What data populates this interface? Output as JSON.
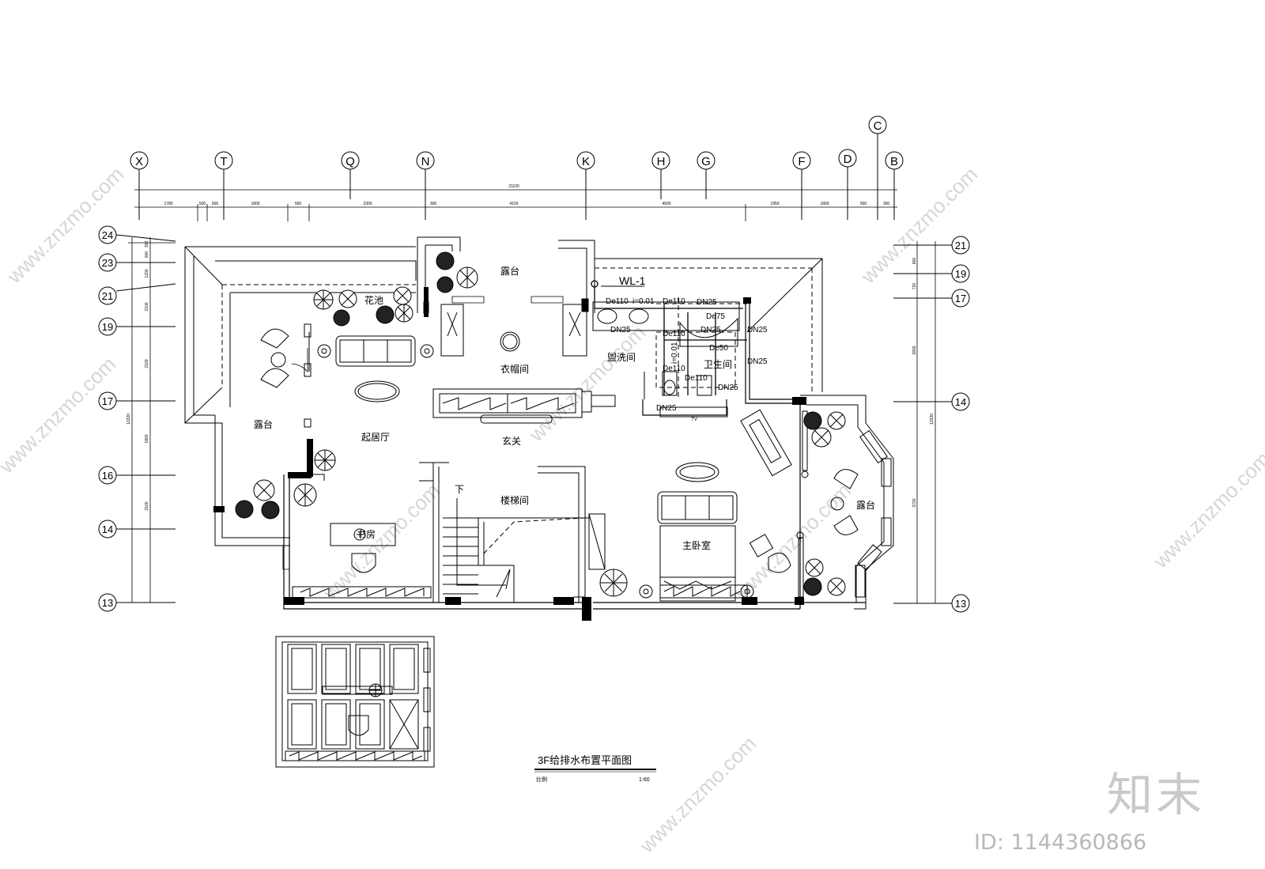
{
  "drawing": {
    "title": "3F给排水布置平面图",
    "scale_label": "比例",
    "scale_value": "1:60"
  },
  "grid": {
    "columns": [
      "X",
      "T",
      "Q",
      "N",
      "K",
      "H",
      "G",
      "F",
      "D",
      "C",
      "B"
    ],
    "rows_left": [
      "24",
      "23",
      "21",
      "19",
      "17",
      "16",
      "14",
      "13"
    ],
    "rows_right": [
      "21",
      "19",
      "17",
      "14",
      "13"
    ],
    "overall_dim": "21100",
    "segment_dims": [
      "1780",
      "500",
      "600",
      "1800",
      "500",
      "2300",
      "300",
      "4100",
      "4500",
      "1950",
      "1800",
      "500",
      "300"
    ],
    "left_dims": [
      "300",
      "600",
      "1200",
      "2100",
      "2100",
      "1800",
      "2100"
    ],
    "left_total": "12220",
    "right_dims": [
      "800",
      "720",
      "2800",
      "3720"
    ],
    "right_total": "12220"
  },
  "rooms": {
    "balcony_top": "露台",
    "flower_bed": "花池",
    "cloakroom": "衣帽间",
    "washroom": "盥洗间",
    "bathroom": "卫生间",
    "balcony_left": "露台",
    "living": "起居厅",
    "foyer": "玄关",
    "stair_hall": "楼梯间",
    "stair_down": "下",
    "study": "书房",
    "master_bedroom": "主卧室",
    "balcony_right": "露台",
    "tv": "TV"
  },
  "pipes": {
    "riser": "WL-1",
    "labels": [
      "De110",
      "i=0.01",
      "De110",
      "DN25",
      "De75",
      "DN25",
      "DN25",
      "DN25",
      "De110",
      "De50",
      "DN25",
      "i=0.01",
      "De110",
      "De110",
      "DN25",
      "DN25"
    ]
  },
  "watermark": {
    "logo": "知末",
    "id": "ID: 1144360866",
    "site": "www.znzmo.com"
  }
}
